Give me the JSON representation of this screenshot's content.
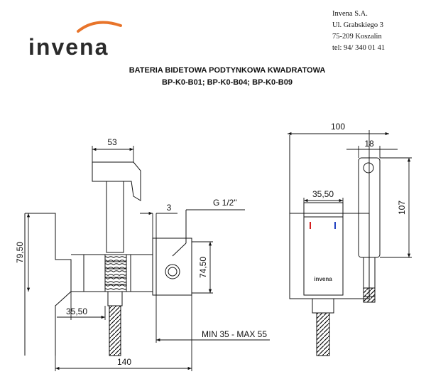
{
  "brand": {
    "logo_text": "invena",
    "accent_color": "#e8742a"
  },
  "company": {
    "name": "Invena S.A.",
    "street": "Ul. Grabskiego 3",
    "city": "75-209  Koszalin",
    "phone": "tel: 94/ 340 01 41"
  },
  "title": {
    "line1": "BATERIA BIDETOWA PODTYNKOWA KWADRATOWA",
    "line2": "BP-K0-B01; BP-K0-B04; BP-K0-B09"
  },
  "dimensions": {
    "side": {
      "top_width": "53",
      "wall_plate": "3",
      "thread": "G 1/2\"",
      "left_height": "79,50",
      "body_height": "74,50",
      "valve_width": "35,50",
      "depth_range": "MIN 35 - MAX 55",
      "total_depth": "140"
    },
    "front": {
      "total_width": "100",
      "handle_width": "18",
      "handle_height": "107",
      "lever_width": "35,50",
      "body_logo": "invena"
    }
  }
}
